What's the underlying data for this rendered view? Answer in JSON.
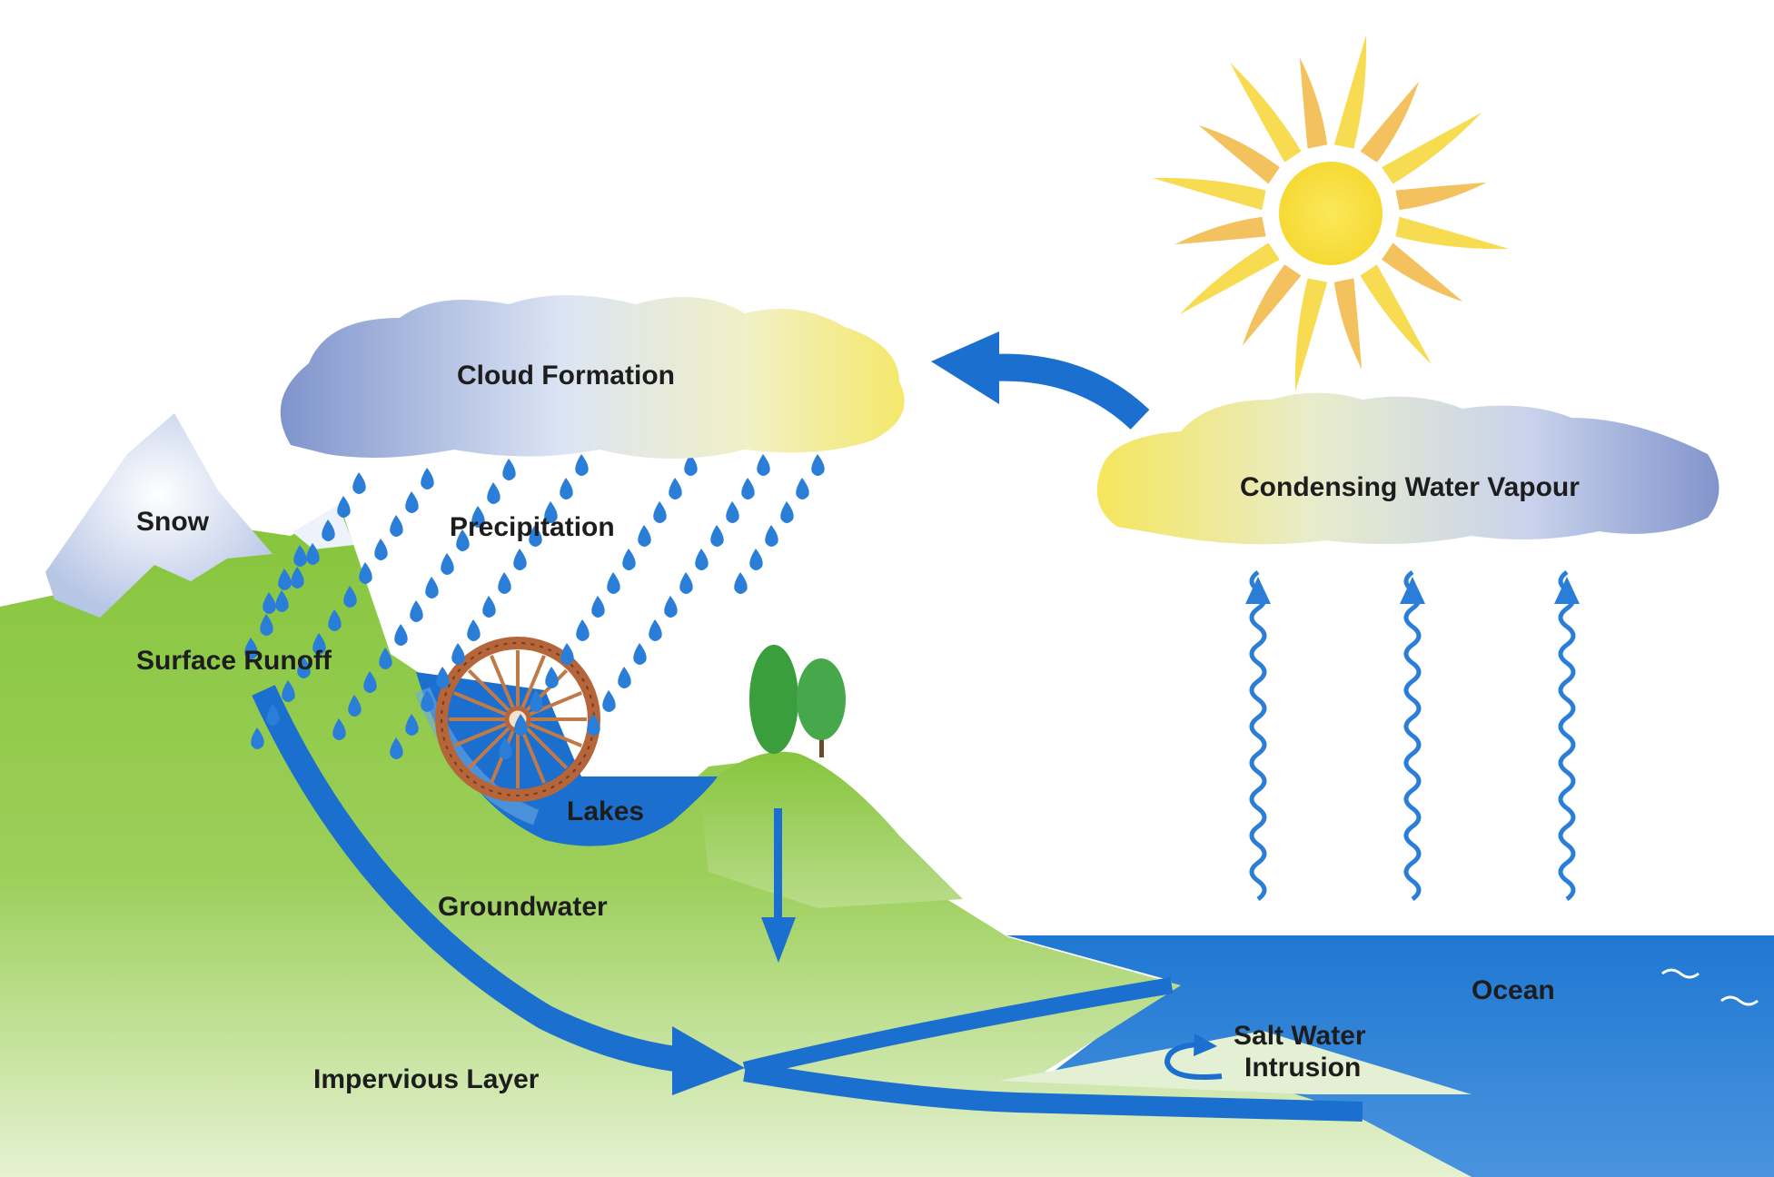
{
  "labels": {
    "cloud_formation": "Cloud Formation",
    "condensing_water_vapour": "Condensing Water Vapour",
    "snow": "Snow",
    "precipitation": "Precipitation",
    "surface_runoff": "Surface Runoff",
    "lakes": "Lakes",
    "groundwater": "Groundwater",
    "impervious_layer": "Impervious Layer",
    "ocean": "Ocean",
    "salt_water_line1": "Salt Water",
    "salt_water_line2": "Intrusion"
  },
  "colors": {
    "land_green": "#8cc63f",
    "land_light": "#d8ecb4",
    "water_blue": "#1b6fce",
    "ocean_blue": "#2b7fd6",
    "cloud_blue": "#8a9fd4",
    "cloud_yellow": "#f5ea6a",
    "sun_yellow": "#f8e34a",
    "ray_orange": "#f2b05a",
    "tree_green": "#3a9e3c",
    "wheel_brown": "#b5653a"
  },
  "icons": [
    "sun-icon",
    "cloud-icon",
    "raindrop-icon",
    "tree-icon",
    "water-wheel-icon",
    "arrow-icon",
    "wave-icon"
  ]
}
